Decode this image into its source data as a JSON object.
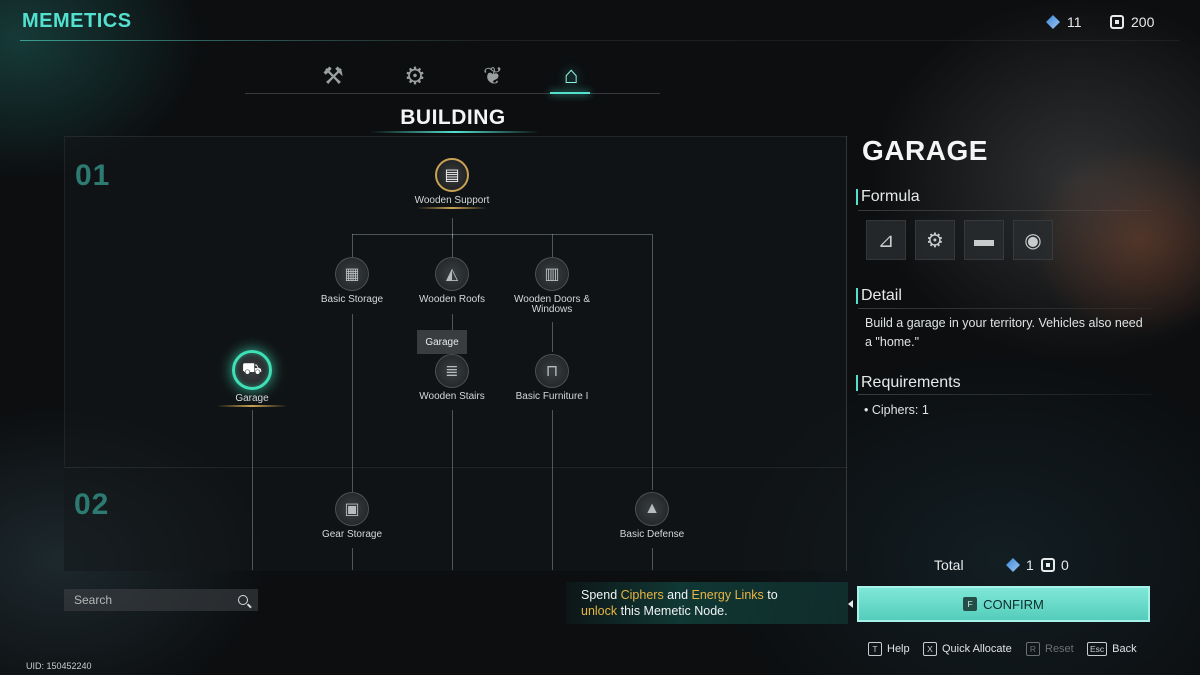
{
  "header": {
    "title": "MEMETICS",
    "currencies": [
      {
        "icon": "cipher-icon",
        "value": "11"
      },
      {
        "icon": "energy-link-icon",
        "value": "200"
      }
    ]
  },
  "tabs": [
    {
      "icon": "tools-icon",
      "glyph": "⚒"
    },
    {
      "icon": "workbench-icon",
      "glyph": "⚙"
    },
    {
      "icon": "plant-icon",
      "glyph": "❦"
    },
    {
      "icon": "building-icon",
      "glyph": "⌂",
      "active": true
    }
  ],
  "section_title": "BUILDING",
  "tiers": {
    "t1": "01",
    "t2": "02"
  },
  "nodes": {
    "wooden_support": {
      "label": "Wooden Support",
      "icon": "support-icon",
      "glyph": "▤"
    },
    "basic_storage": {
      "label": "Basic Storage",
      "icon": "storage-icon",
      "glyph": "▦"
    },
    "wooden_roofs": {
      "label": "Wooden Roofs",
      "icon": "roof-icon",
      "glyph": "◭"
    },
    "wooden_doors": {
      "label": "Wooden Doors &",
      "label2": "Windows",
      "icon": "door-icon",
      "glyph": "▥"
    },
    "garage": {
      "label": "Garage",
      "icon": "garage-icon",
      "glyph": "⛟"
    },
    "wooden_stairs": {
      "label": "Wooden Stairs",
      "icon": "stairs-icon",
      "glyph": "≣"
    },
    "basic_furniture": {
      "label": "Basic Furniture I",
      "icon": "furniture-icon",
      "glyph": "⊓"
    },
    "gear_storage": {
      "label": "Gear Storage",
      "icon": "gear-storage-icon",
      "glyph": "▣"
    },
    "basic_defense": {
      "label": "Basic Defense",
      "icon": "defense-icon",
      "glyph": "▲"
    }
  },
  "tooltip": "Garage",
  "search": {
    "placeholder": "Search"
  },
  "uid": "UID: 150452240",
  "detail": {
    "title": "GARAGE",
    "formula_heading": "Formula",
    "formula_items": [
      {
        "icon": "ramp-icon",
        "glyph": "⊿"
      },
      {
        "icon": "tool-rack-icon",
        "glyph": "⚙"
      },
      {
        "icon": "toolbox-icon",
        "glyph": "▬"
      },
      {
        "icon": "tire-icon",
        "glyph": "◉"
      }
    ],
    "detail_heading": "Detail",
    "description": "Build a garage in your territory. Vehicles also need a \"home.\"",
    "requirements_heading": "Requirements",
    "requirements": "• Ciphers:  1"
  },
  "total": {
    "label": "Total",
    "ciphers": "1",
    "energy_links": "0"
  },
  "prompt": {
    "p1": "Spend ",
    "ciphers": "Ciphers",
    "p2": " and ",
    "energy_links": "Energy Links",
    "p3": " to",
    "unlock": "unlock",
    "p4": " this Memetic Node."
  },
  "confirm": {
    "key": "F",
    "label": "CONFIRM"
  },
  "hotkeys": [
    {
      "key": "T",
      "label": "Help"
    },
    {
      "key": "X",
      "label": "Quick Allocate"
    },
    {
      "key": "R",
      "label": "Reset",
      "disabled": true
    },
    {
      "key": "Esc",
      "label": "Back"
    }
  ],
  "colors": {
    "accent": "#54e0cf",
    "highlight": "#e8b544",
    "unlocked_ring": "#c9a254",
    "selected_ring": "#3fe0b6"
  }
}
